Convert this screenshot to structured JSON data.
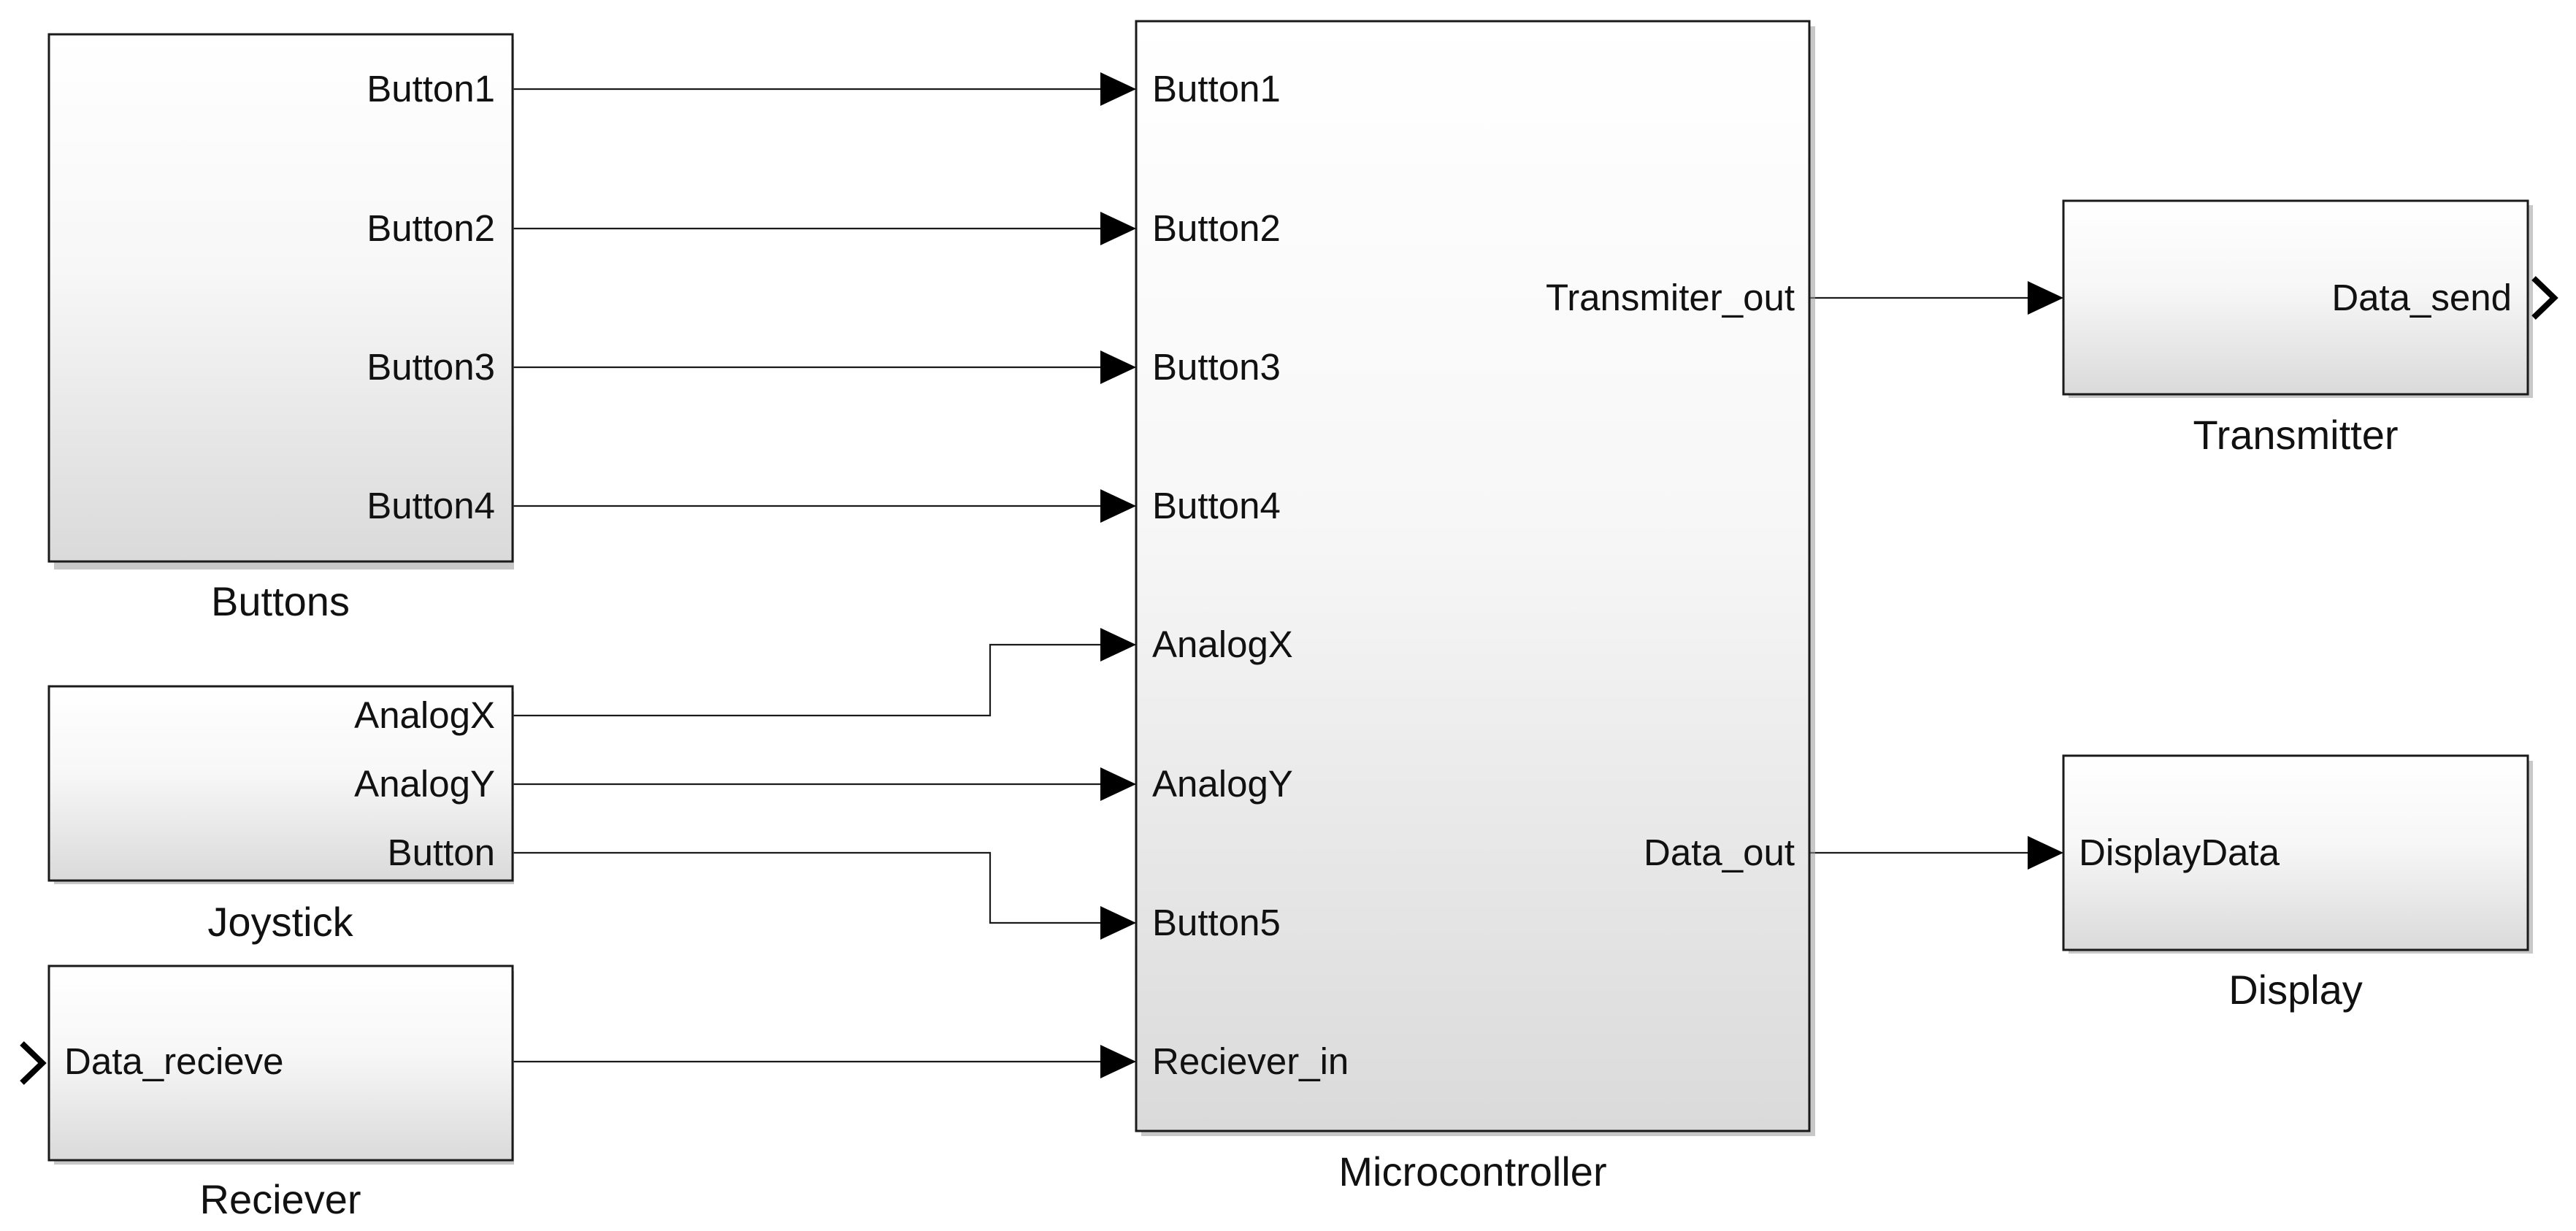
{
  "blocks": {
    "buttons": {
      "name": "Buttons",
      "outputs": [
        "Button1",
        "Button2",
        "Button3",
        "Button4"
      ]
    },
    "joystick": {
      "name": "Joystick",
      "outputs": [
        "AnalogX",
        "AnalogY",
        "Button"
      ]
    },
    "receiver": {
      "name": "Reciever",
      "label": "Data_recieve"
    },
    "microcontroller": {
      "name": "Microcontroller",
      "inputs": [
        "Button1",
        "Button2",
        "Button3",
        "Button4",
        "AnalogX",
        "AnalogY",
        "Button5",
        "Reciever_in"
      ],
      "outputs": [
        "Transmiter_out",
        "Data_out"
      ]
    },
    "transmitter": {
      "name": "Transmitter",
      "label": "Data_send"
    },
    "display": {
      "name": "Display",
      "inputs": [
        "DisplayData"
      ]
    }
  },
  "connections": [
    {
      "from": "Buttons.Button1",
      "to": "Microcontroller.Button1"
    },
    {
      "from": "Buttons.Button2",
      "to": "Microcontroller.Button2"
    },
    {
      "from": "Buttons.Button3",
      "to": "Microcontroller.Button3"
    },
    {
      "from": "Buttons.Button4",
      "to": "Microcontroller.Button4"
    },
    {
      "from": "Joystick.AnalogX",
      "to": "Microcontroller.AnalogX"
    },
    {
      "from": "Joystick.AnalogY",
      "to": "Microcontroller.AnalogY"
    },
    {
      "from": "Joystick.Button",
      "to": "Microcontroller.Button5"
    },
    {
      "from": "Reciever.Data_recieve",
      "to": "Microcontroller.Reciever_in"
    },
    {
      "from": "Microcontroller.Transmiter_out",
      "to": "Transmitter"
    },
    {
      "from": "Microcontroller.Data_out",
      "to": "Display.DisplayData"
    }
  ],
  "colors": {
    "block_fill_top": "#ffffff",
    "block_fill_bottom": "#dcdcdc",
    "stroke": "#1a1a1a",
    "text": "#111111"
  }
}
